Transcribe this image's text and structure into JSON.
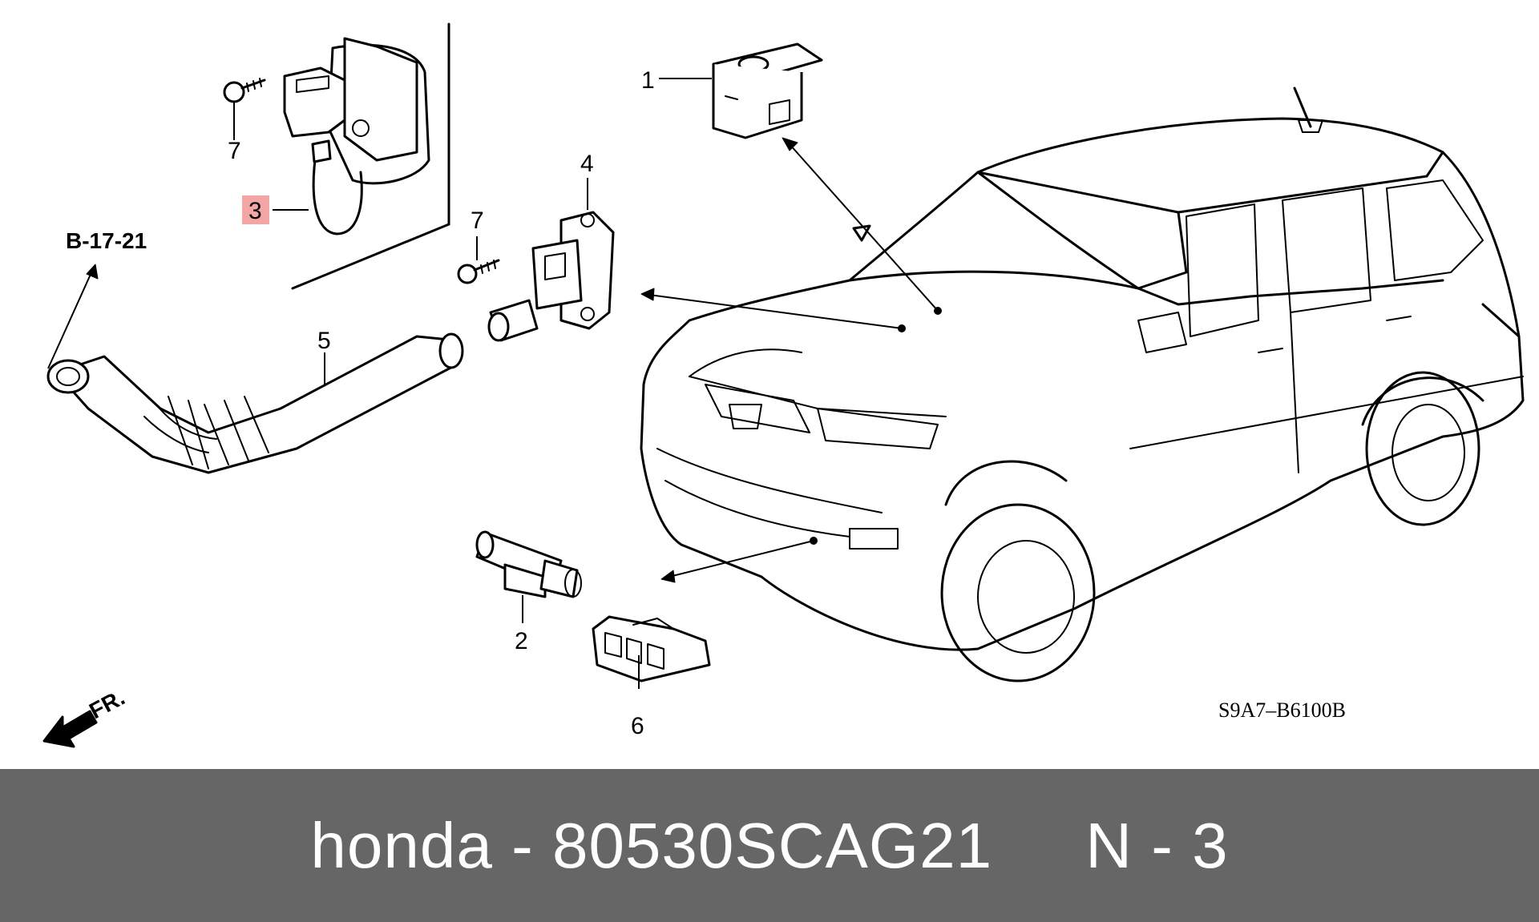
{
  "diagram": {
    "callouts": [
      {
        "id": "c1",
        "label": "1"
      },
      {
        "id": "c2",
        "label": "2"
      },
      {
        "id": "c3",
        "label": "3",
        "highlight_color": "#f4a6a6"
      },
      {
        "id": "c4",
        "label": "4"
      },
      {
        "id": "c5",
        "label": "5"
      },
      {
        "id": "c6",
        "label": "6"
      },
      {
        "id": "c7a",
        "label": "7"
      },
      {
        "id": "c7b",
        "label": "7"
      }
    ],
    "reference": "B-17-21",
    "front_marker": "FR.",
    "diagram_code": "S9A7–B6100B"
  },
  "footer": {
    "caption": "honda - 80530SCAG21     N - 3",
    "background": "#666666",
    "text_color": "#ffffff"
  }
}
